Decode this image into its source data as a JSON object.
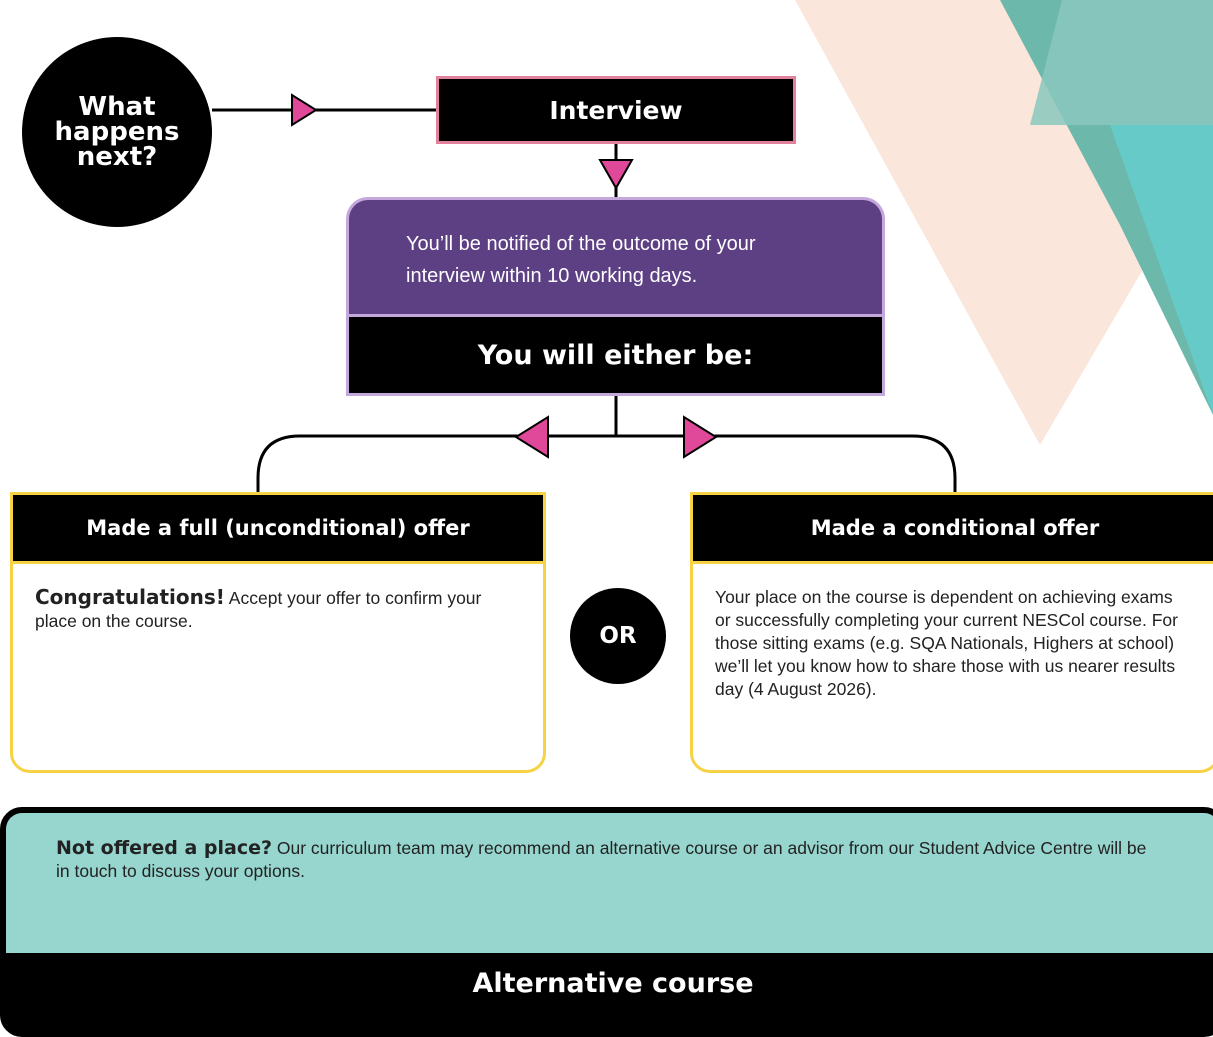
{
  "header": {
    "title": "What happens next?"
  },
  "steps": {
    "interview": "Interview",
    "notified": "You’ll be notified of the outcome of your interview within 10 working days.",
    "either": "You will either be:"
  },
  "offers": {
    "full": {
      "title": "Made a full (unconditional) offer",
      "lead": "Congratulations!",
      "text": " Accept your offer to confirm your place on the course."
    },
    "or_label": "OR",
    "conditional": {
      "title": "Made a conditional offer",
      "text": "Your place on the course is dependent on achieving exams or successfully completing your current NESCol course. For those sitting exams (e.g. SQA Nationals, Highers at school) we’ll let you know how to share those with us nearer results day (4 August 2026)."
    }
  },
  "not_offered": {
    "lead": "Not offered a place?",
    "text": " Our curriculum team may recommend an alternative course or an advisor from our Student Advice Centre will be in touch to discuss your options."
  },
  "alternative": {
    "title": "Alternative course"
  },
  "colors": {
    "arrow_pink": "#e0489a",
    "purple": "#5d3f84",
    "lilac_border": "#c4a8db",
    "interview_border": "#e2819c",
    "yellow_border": "#f6d244",
    "teal": "#97d6cf",
    "peach": "#fbe6dc"
  }
}
